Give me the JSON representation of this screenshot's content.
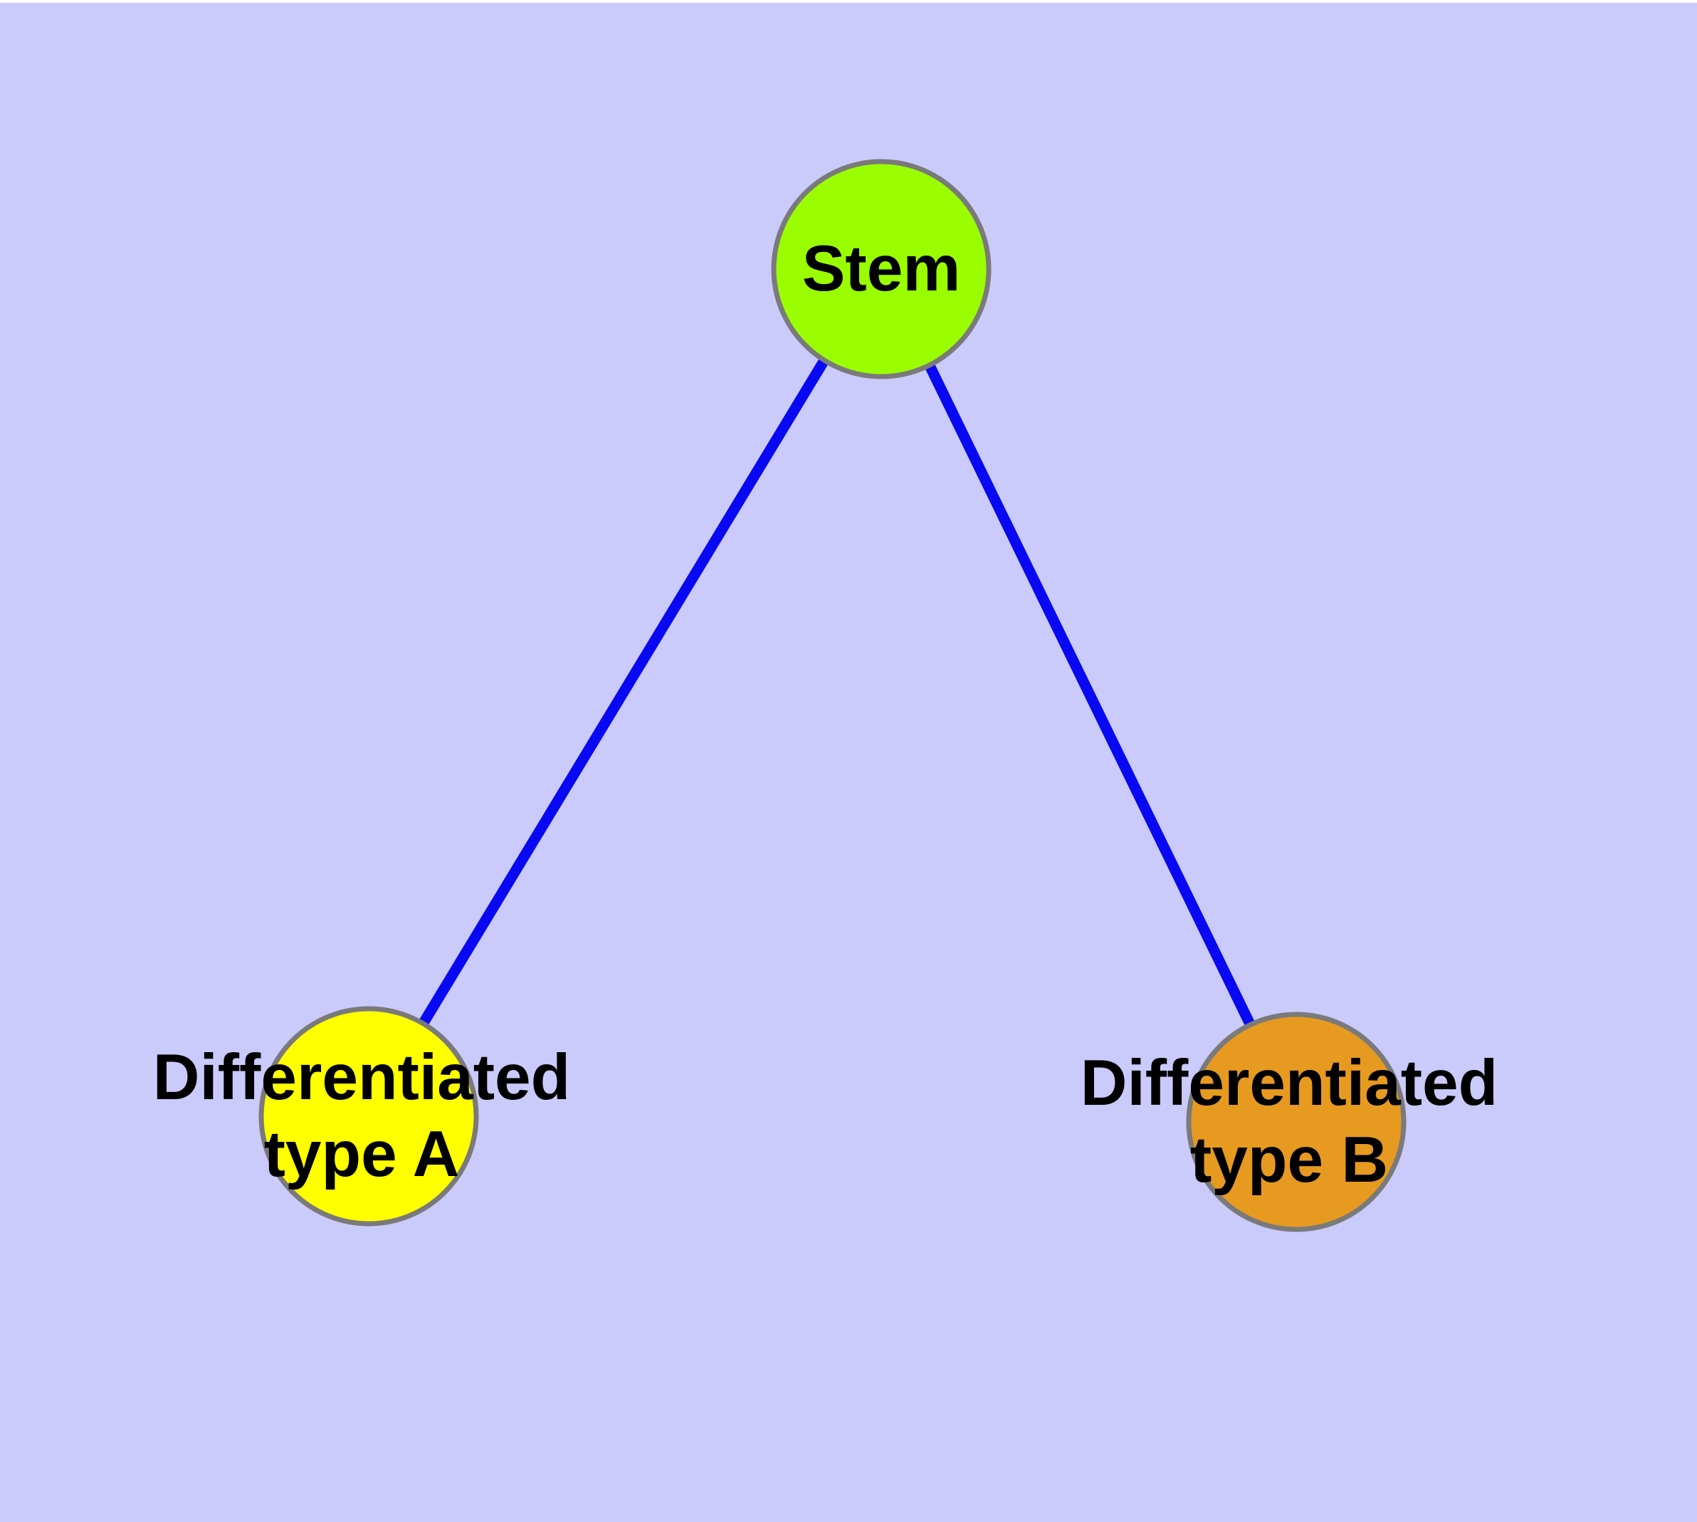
{
  "diagram": {
    "type": "graph",
    "description": "Cell differentiation hierarchy: a stem node with two differentiated daughter types",
    "background_color": "#CACAFB",
    "node_border_color": "#7A7A7A",
    "edge_color": "#0808F2",
    "label_color": "#000000",
    "nodes": {
      "stem": {
        "label": "Stem",
        "color": "#9AFE00"
      },
      "type_a": {
        "label_line1": "Differentiated",
        "label_line2": "type A",
        "color": "#FFFF00"
      },
      "type_b": {
        "label_line1": "Differentiated",
        "label_line2": "type B",
        "color": "#E79A20"
      }
    },
    "edges": [
      {
        "from": "Stem",
        "to": "Differentiated type A"
      },
      {
        "from": "Stem",
        "to": "Differentiated type B"
      }
    ]
  }
}
